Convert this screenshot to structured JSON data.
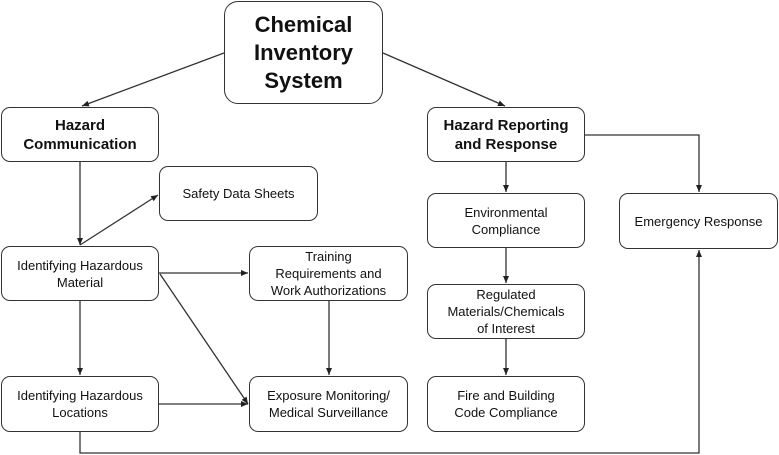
{
  "diagram": {
    "nodes": {
      "root": "Chemical\nInventory\nSystem",
      "hazcom": "Hazard\nCommunication",
      "hazrep": "Hazard Reporting\nand Response",
      "sds": "Safety Data Sheets",
      "env": "Environmental\nCompliance",
      "emerg": "Emergency Response",
      "idmat": "Identifying Hazardous\nMaterial",
      "training": "Training\nRequirements and\nWork Authorizations",
      "regulated": "Regulated\nMaterials/Chemicals\nof Interest",
      "idloc": "Identifying Hazardous\nLocations",
      "exposure": "Exposure Monitoring/\nMedical Surveillance",
      "fire": "Fire and Building\nCode Compliance"
    },
    "edges": [
      {
        "from": "root",
        "to": "hazcom"
      },
      {
        "from": "root",
        "to": "hazrep"
      },
      {
        "from": "hazcom",
        "to": "idmat"
      },
      {
        "from": "idmat",
        "to": "sds"
      },
      {
        "from": "idmat",
        "to": "training"
      },
      {
        "from": "idmat",
        "to": "exposure"
      },
      {
        "from": "idmat",
        "to": "idloc"
      },
      {
        "from": "training",
        "to": "exposure"
      },
      {
        "from": "idloc",
        "to": "exposure"
      },
      {
        "from": "idloc",
        "to": "emerg"
      },
      {
        "from": "hazrep",
        "to": "env"
      },
      {
        "from": "hazrep",
        "to": "emerg"
      },
      {
        "from": "env",
        "to": "regulated"
      },
      {
        "from": "regulated",
        "to": "fire"
      }
    ]
  }
}
